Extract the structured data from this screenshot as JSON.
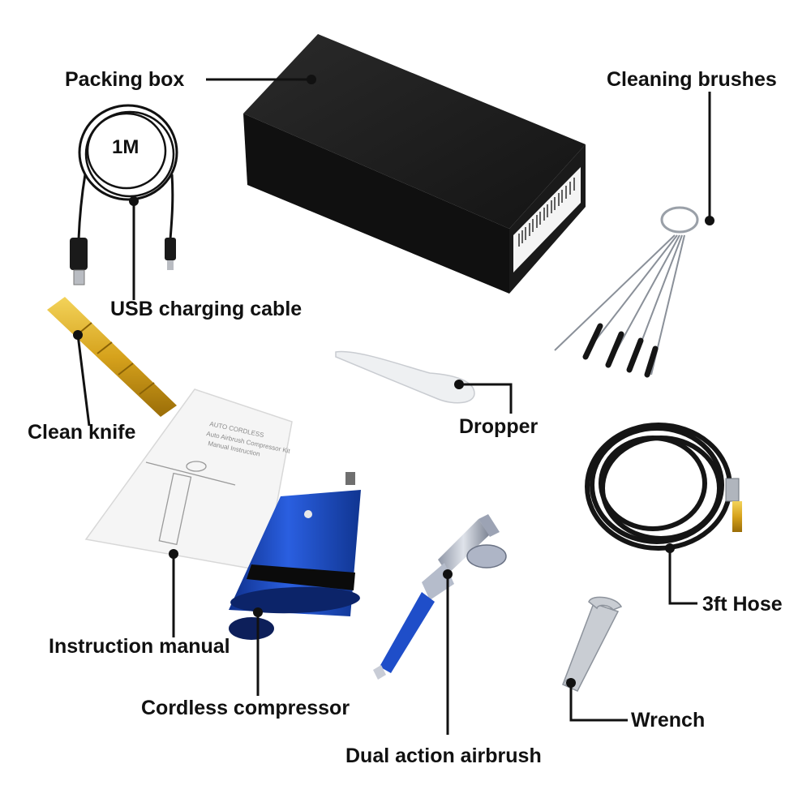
{
  "labels": {
    "packing_box": "Packing box",
    "cleaning_brushes": "Cleaning brushes",
    "usb_cable": "USB charging cable",
    "cable_length": "1M",
    "clean_knife": "Clean knife",
    "dropper": "Dropper",
    "instruction_manual": "Instruction manual",
    "cordless_compressor": "Cordless compressor",
    "dual_action_airbrush": "Dual action airbrush",
    "hose": "3ft Hose",
    "wrench": "Wrench"
  },
  "manual_lines": [
    "AUTO CORDLESS",
    "Auto Airbrush Compressor Kit",
    "Manual Instruction"
  ],
  "colors": {
    "label": "#111111",
    "leader_line": "#111111",
    "box": "#1c1c1c",
    "compressor": "#1a47b8",
    "knife": "#d6a21c",
    "hose": "#151515"
  }
}
